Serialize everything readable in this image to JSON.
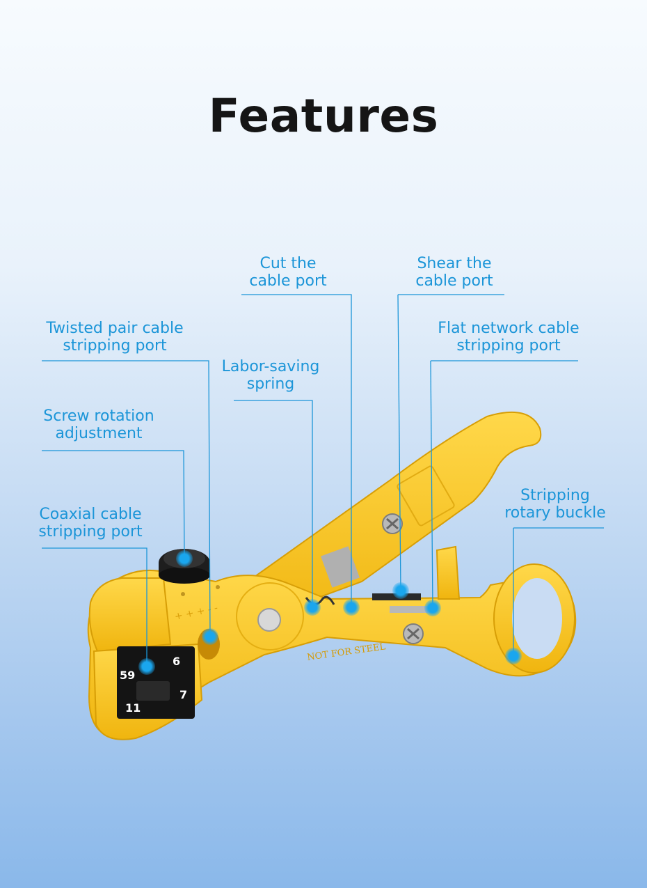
{
  "title": "Features",
  "accent_color": "#1b95d8",
  "tool": {
    "body_color": "#f6c325",
    "die_numbers": [
      "59",
      "6",
      "7",
      "11"
    ],
    "emboss_text": "NOT FOR STEEL"
  },
  "labels": {
    "cut": [
      "Cut the",
      "cable port"
    ],
    "shear": [
      "Shear the",
      "cable port"
    ],
    "twisted": [
      "Twisted pair cable",
      "stripping port"
    ],
    "flat": [
      "Flat network cable",
      "stripping port"
    ],
    "spring": [
      "Labor-saving",
      "spring"
    ],
    "screw": [
      "Screw rotation",
      "adjustment"
    ],
    "coax": [
      "Coaxial cable",
      "stripping port"
    ],
    "rotary": [
      "Stripping",
      "rotary buckle"
    ]
  }
}
